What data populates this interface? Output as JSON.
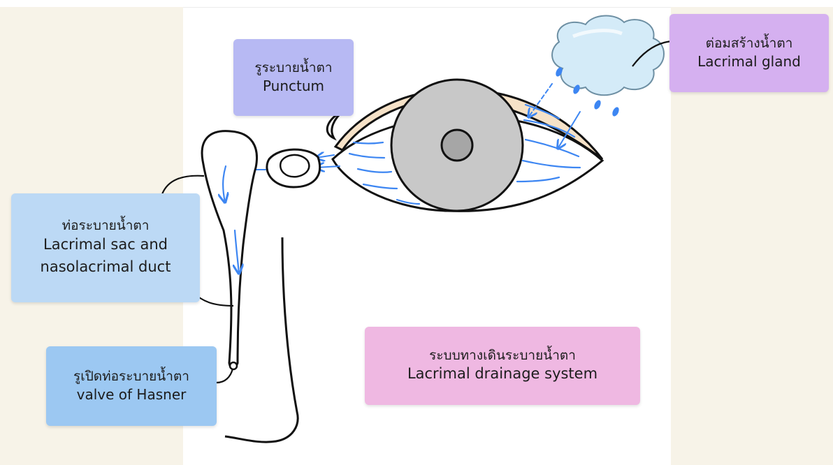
{
  "labels": {
    "punctum": {
      "thai": "รูระบายน้ำตา",
      "english": "Punctum"
    },
    "lacrimal_gland": {
      "thai": "ต่อมสร้างน้ำตา",
      "english": "Lacrimal gland"
    },
    "lacrimal_duct": {
      "thai": "ท่อระบายน้ำตา",
      "english_line1": "Lacrimal sac and",
      "english_line2": "nasolacrimal duct"
    },
    "valve_of_hasner": {
      "thai": "รูเปิดท่อระบายน้ำตา",
      "english": "valve of Hasner"
    },
    "drainage_system": {
      "thai": "ระบบทางเดินระบายน้ำตา",
      "english": "Lacrimal drainage system"
    }
  },
  "colors": {
    "background": "#ffffff",
    "side_panels": "#f7f3e8",
    "punctum_box": "#b7b9f3",
    "gland_box": "#d5b0f0",
    "duct_box": "#bcd9f5",
    "hasner_box": "#9cc8f2",
    "system_box": "#efb8e2",
    "iris": "#c8c8c8",
    "pupil": "#a6a6a6",
    "eyelid_band": "#f6e2c8",
    "tear_arrows": "#3d86f2",
    "gland_cloud": "#d4ebf8",
    "outline": "#111111"
  }
}
